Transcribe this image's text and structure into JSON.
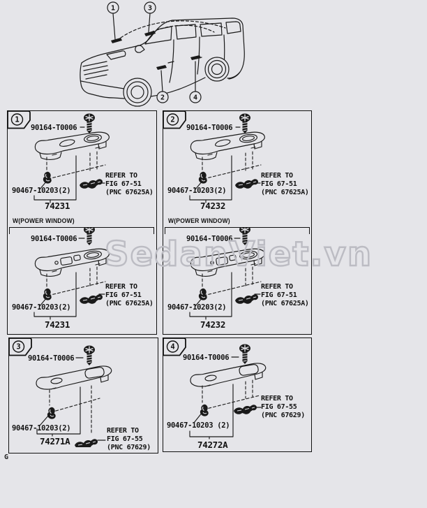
{
  "watermark": "SedanViet.vn",
  "corner_letter": "G",
  "colors": {
    "background": "#e5e5e9",
    "line": "#1a1a1a",
    "watermark_stroke": "#bcbcc3"
  },
  "car": {
    "callouts": [
      "1",
      "3",
      "2",
      "4"
    ]
  },
  "panels": [
    {
      "badge": "1",
      "screw_part": "90164-T0006",
      "clip_part": "90467-10203(2)",
      "refer_line1": "REFER TO",
      "refer_line2": "FIG 67-51",
      "refer_line3": "(PNC 67625A)",
      "part_number": "74231"
    },
    {
      "badge": "2",
      "screw_part": "90164-T0006",
      "clip_part": "90467-10203(2)",
      "refer_line1": "REFER TO",
      "refer_line2": "FIG 67-51",
      "refer_line3": "(PNC 67625A)",
      "part_number": "74232"
    },
    {
      "variant_label": "W(POWER WINDOW)",
      "screw_part": "90164-T0006",
      "clip_part": "90467-10203(2)",
      "refer_line1": "REFER TO",
      "refer_line2": "FIG 67-51",
      "refer_line3": "(PNC 67625A)",
      "part_number": "74231"
    },
    {
      "variant_label": "W(POWER WINDOW)",
      "screw_part": "90164-T0006",
      "clip_part": "90467-10203(2)",
      "refer_line1": "REFER TO",
      "refer_line2": "FIG 67-51",
      "refer_line3": "(PNC 67625A)",
      "part_number": "74232"
    },
    {
      "badge": "3",
      "screw_part": "90164-T0006",
      "clip_part": "90467-10203(2)",
      "refer_line1": "REFER TO",
      "refer_line2": "FIG 67-55",
      "refer_line3": "(PNC 67629)",
      "part_number": "74271A"
    },
    {
      "badge": "4",
      "screw_part": "90164-T0006",
      "clip_part": "90467-10203 (2)",
      "refer_line1": "REFER TO",
      "refer_line2": "FIG 67-55",
      "refer_line3": "(PNC 67629)",
      "part_number": "74272A"
    }
  ]
}
